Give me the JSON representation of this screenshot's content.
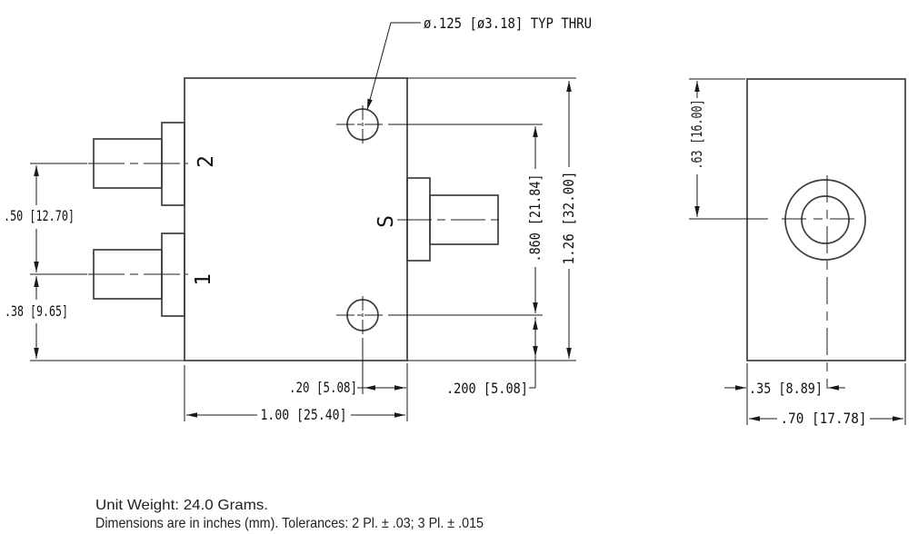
{
  "callout": {
    "hole_spec": "ø.125 [ø3.18] TYP THRU"
  },
  "front_view": {
    "port_labels": {
      "port2": "2",
      "port1": "1",
      "port_s": "S"
    },
    "dims": {
      "port_spacing": ".50 [12.70]",
      "port1_to_bottom": ".38 [9.65]",
      "hole_spacing": ".860 [21.84]",
      "overall_height": "1.26 [32.00]",
      "hole_to_right_edge": ".20 [5.08]",
      "hole_to_bottom_edge": ".200 [5.08]",
      "overall_width": "1.00 [25.40]"
    }
  },
  "side_view": {
    "dims": {
      "top_to_hole_center": ".63 [16.00]",
      "left_edge_to_hole_center": ".35 [8.89]",
      "overall_width": ".70 [17.78]"
    }
  },
  "notes": {
    "line1": "Unit Weight: 24.0 Grams.",
    "line2": "Dimensions are in inches (mm). Tolerances: 2 Pl. ± .03; 3 Pl. ± .015"
  },
  "colors": {
    "object_line": "#3e3e3e",
    "dim_line": "#1a1a1a",
    "background": "#ffffff"
  }
}
